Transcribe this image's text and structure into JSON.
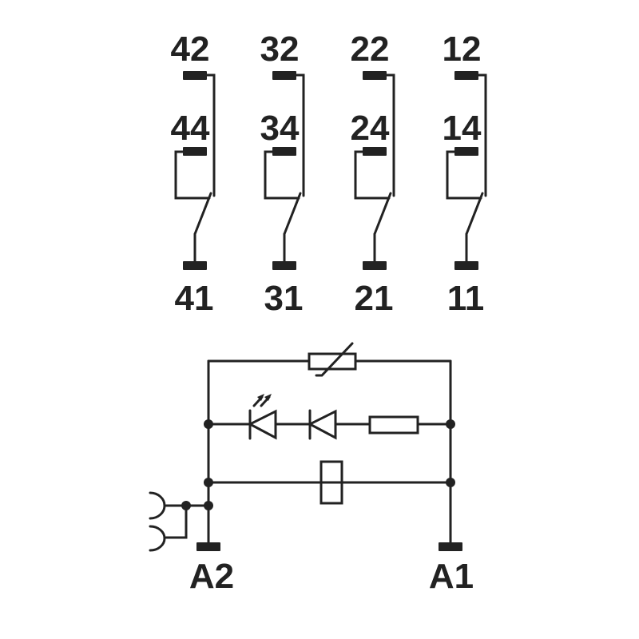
{
  "relay_contacts": [
    {
      "nc_label": "42",
      "no_label": "44",
      "common_label": "41"
    },
    {
      "nc_label": "32",
      "no_label": "34",
      "common_label": "31"
    },
    {
      "nc_label": "22",
      "no_label": "24",
      "common_label": "21"
    },
    {
      "nc_label": "12",
      "no_label": "14",
      "common_label": "11"
    }
  ],
  "coil_terminals": {
    "left_label": "A2",
    "right_label": "A1"
  },
  "colors": {
    "ink": "#222222",
    "background": "#ffffff"
  }
}
